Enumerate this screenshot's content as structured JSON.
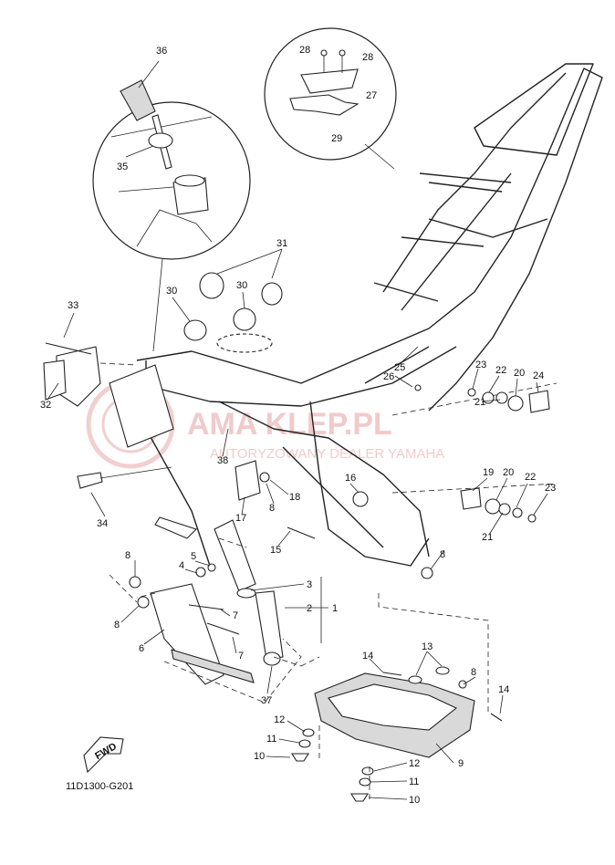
{
  "diagram_code": "11D1300-G201",
  "fwd_label": "FWD",
  "watermark": {
    "main": "AMA    KLEP.PL",
    "sub": "AUTORYZOWANY DEALER YAMAHA"
  },
  "callouts": {
    "c1": "1",
    "c2": "2",
    "c3": "3",
    "c4": "4",
    "c5": "5",
    "c6": "6",
    "c7a": "7",
    "c7b": "7",
    "c8a": "8",
    "c8b": "8",
    "c8c": "8",
    "c8d": "8",
    "c8e": "8",
    "c9": "9",
    "c10a": "10",
    "c10b": "10",
    "c11a": "11",
    "c11b": "11",
    "c12a": "12",
    "c12b": "12",
    "c13": "13",
    "c14a": "14",
    "c14b": "14",
    "c15": "15",
    "c16": "16",
    "c17": "17",
    "c18": "18",
    "c19": "19",
    "c20a": "20",
    "c20b": "20",
    "c21a": "21",
    "c21b": "21",
    "c22a": "22",
    "c22b": "22",
    "c23a": "23",
    "c23b": "23",
    "c24": "24",
    "c25": "25",
    "c26": "26",
    "c27": "27",
    "c28a": "28",
    "c28b": "28",
    "c29": "29",
    "c30a": "30",
    "c30b": "30",
    "c31": "31",
    "c32": "32",
    "c33": "33",
    "c34": "34",
    "c35": "35",
    "c36": "36",
    "c37": "37",
    "c38": "38"
  }
}
